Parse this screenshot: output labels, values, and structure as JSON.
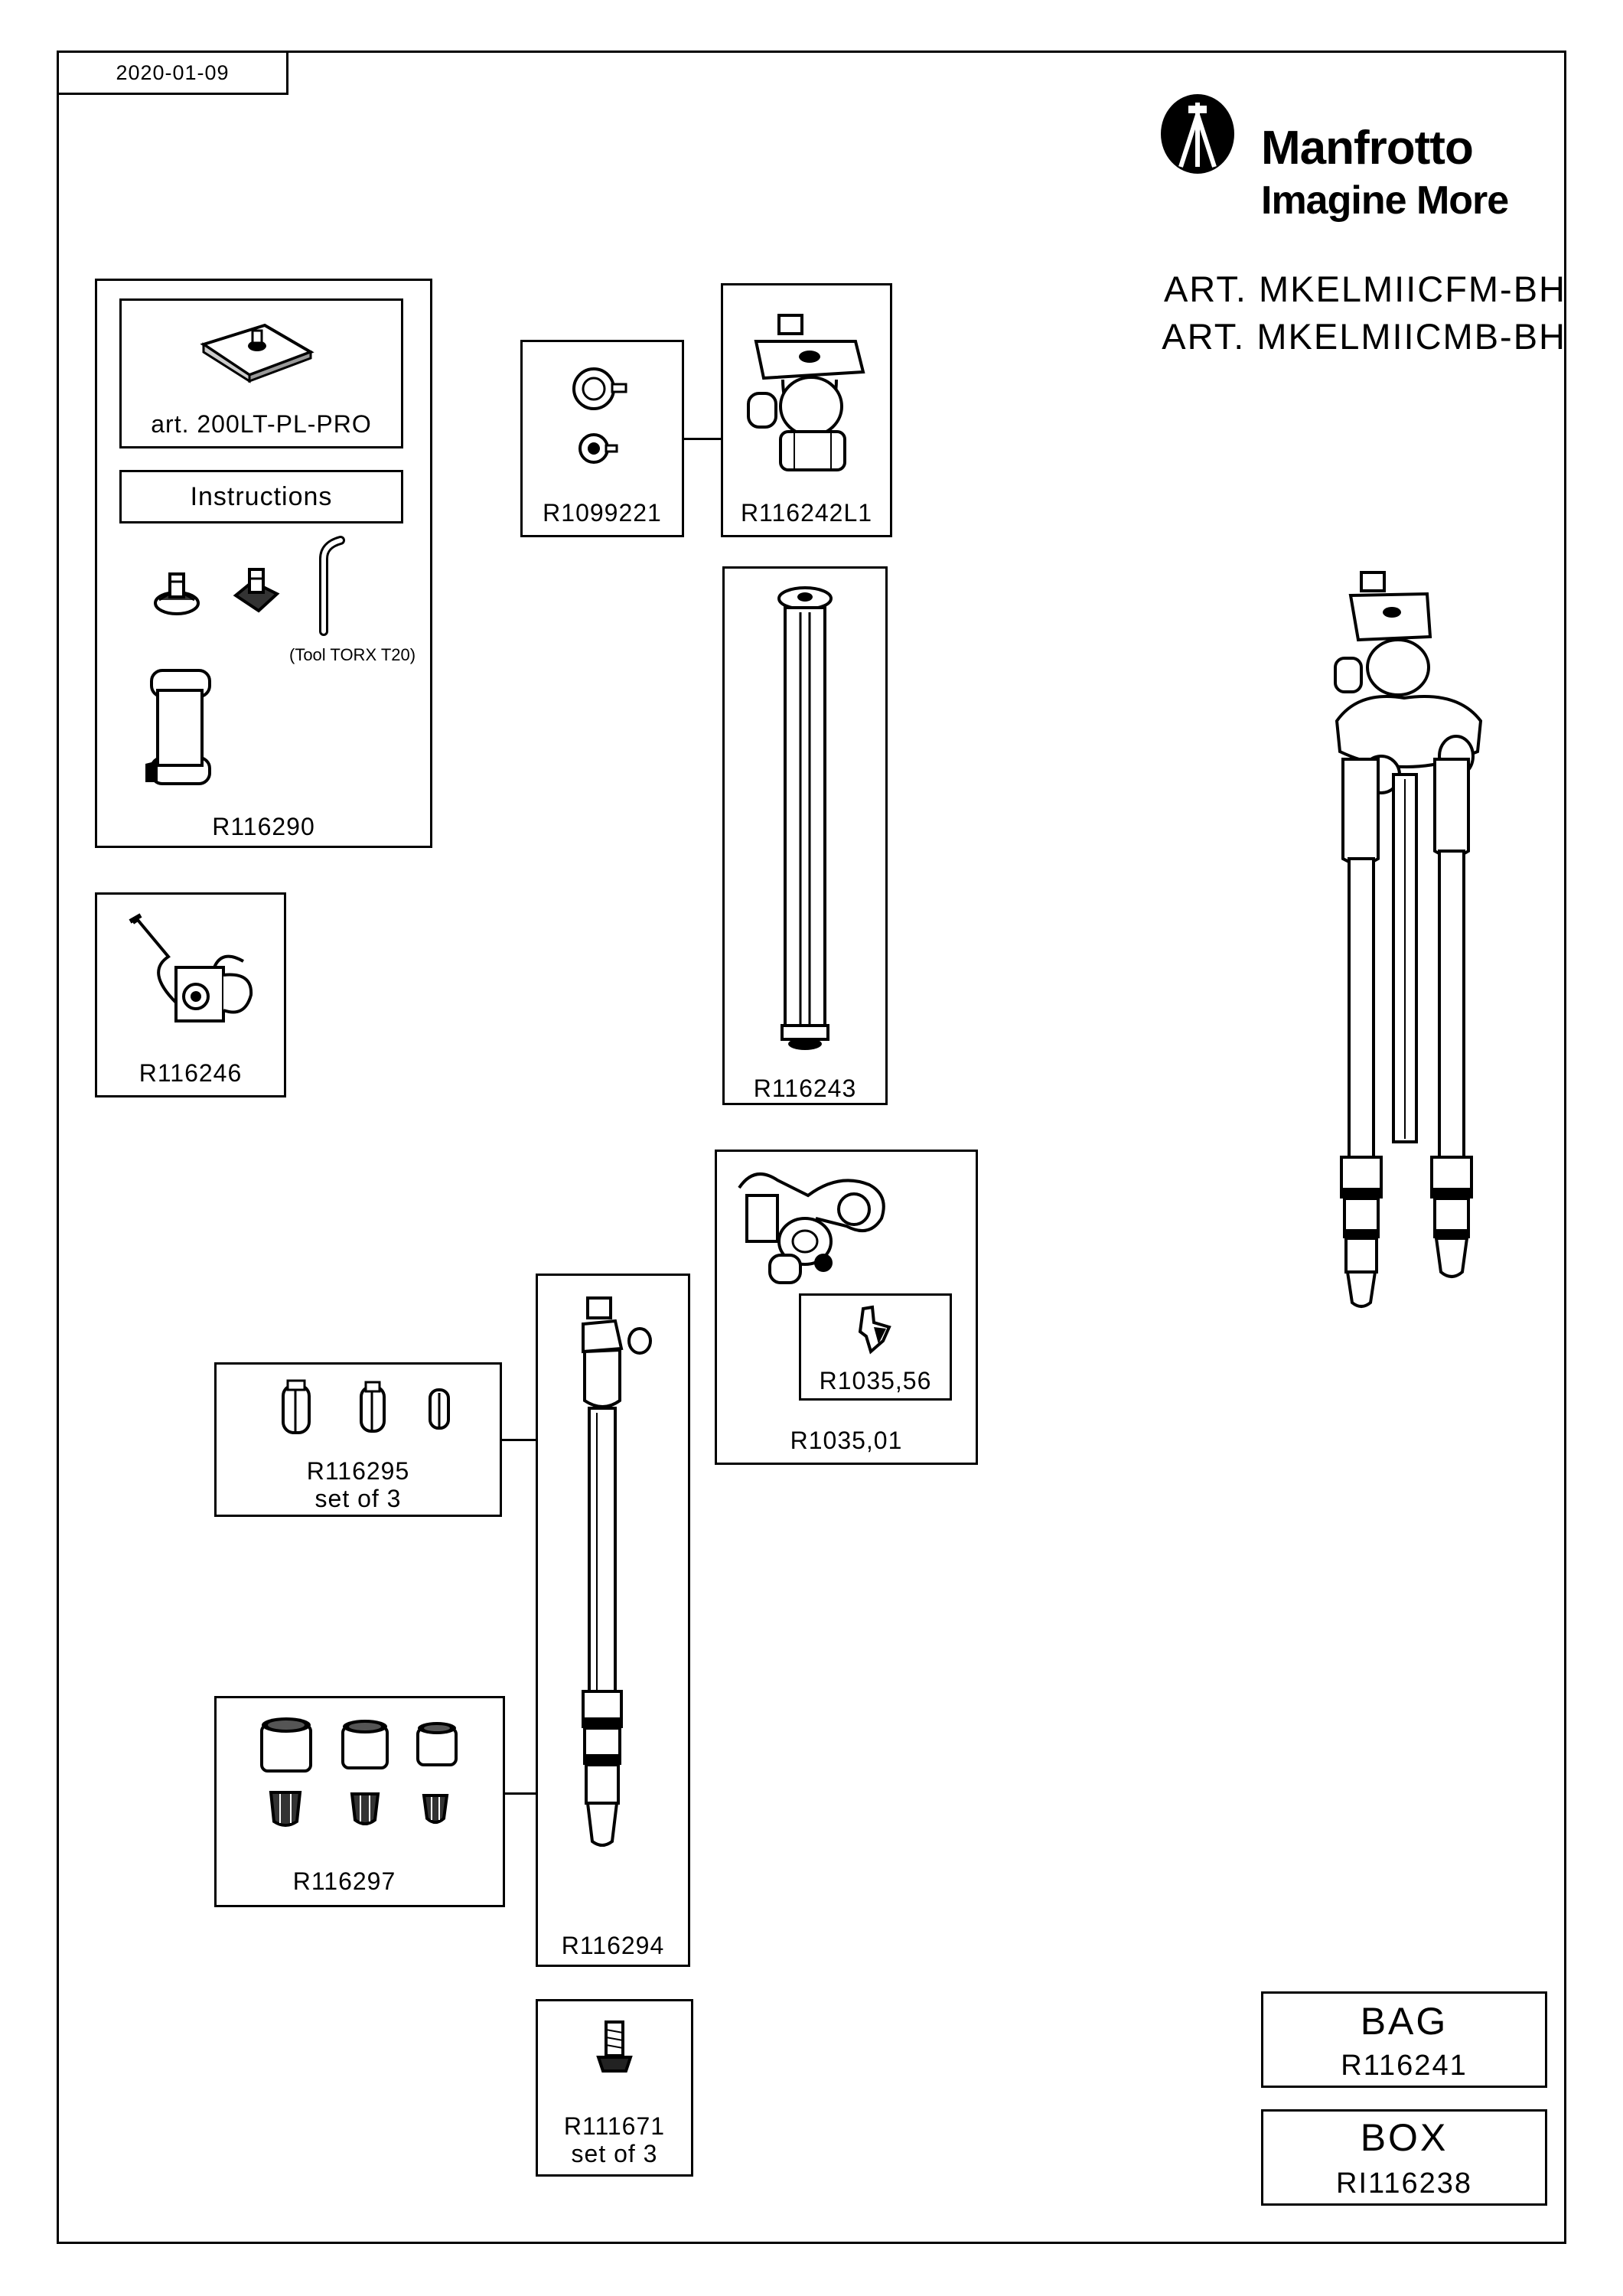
{
  "date": "2020-01-09",
  "brand": {
    "name": "Manfrotto",
    "tagline": "Imagine More"
  },
  "articles": [
    "ART. MKELMIICFM-BH",
    "ART. MKELMIICMB-BH"
  ],
  "kit": {
    "plate": "art. 200LT-PL-PRO",
    "instructions": "Instructions",
    "tool": "(Tool TORX T20)",
    "code": "R116290"
  },
  "parts": {
    "knobs": "R1099221",
    "head": "R116242L1",
    "clamp": "R116246",
    "column": "R116243",
    "bracket": "R1035,01",
    "lever": "R1035,56",
    "leg_clips": "R116295",
    "leg_clips_qty": "set of 3",
    "leg": "R116294",
    "feet": "R116297",
    "screw": "R111671",
    "screw_qty": "set of 3"
  },
  "bag": {
    "title": "BAG",
    "code": "R116241"
  },
  "box": {
    "title": "BOX",
    "code": "RI116238"
  }
}
